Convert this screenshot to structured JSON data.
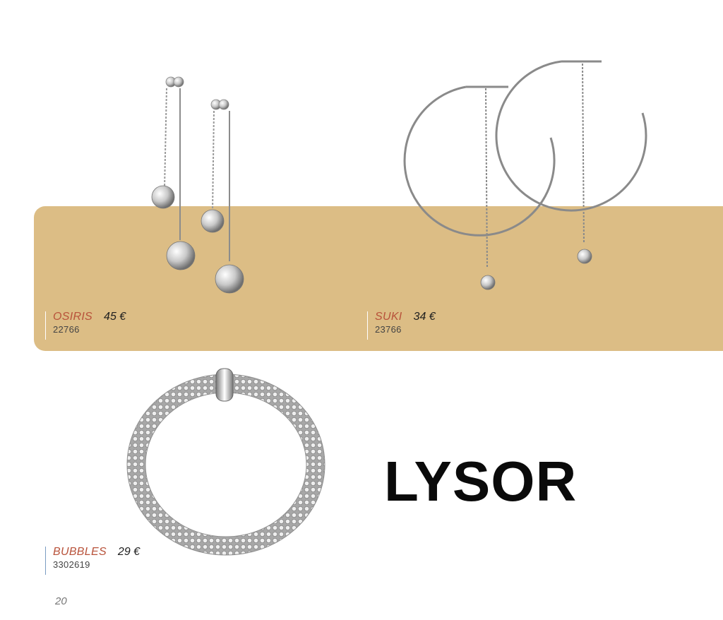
{
  "products": [
    {
      "name": "OSIRIS",
      "price": "45 €",
      "ref": "22766"
    },
    {
      "name": "SUKI",
      "price": "34 €",
      "ref": "23766"
    },
    {
      "name": "BUBBLES",
      "price": "29 €",
      "ref": "3302619"
    }
  ],
  "brand": "LYSOR",
  "page_number": "20",
  "colors": {
    "band": "#dcbd85",
    "product_name": "#b8523a",
    "brand": "#0a0a0a"
  }
}
